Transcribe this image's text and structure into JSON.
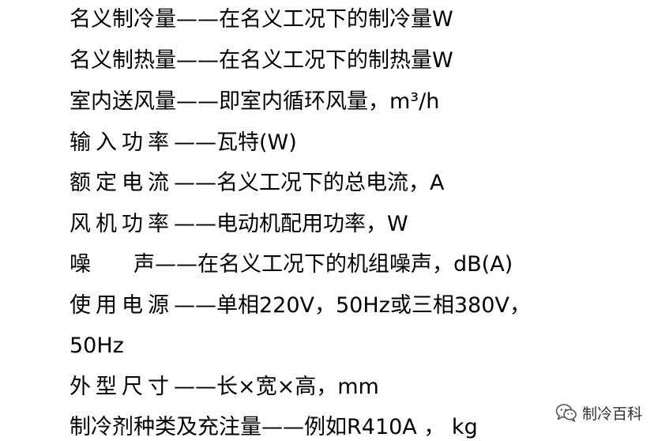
{
  "lines": [
    {
      "term": "名义制冷量",
      "dash": "——",
      "desc": "在名义工况下的制冷量W"
    },
    {
      "term": "名义制热量",
      "dash": "——",
      "desc": "在名义工况下的制热量W"
    },
    {
      "term": "室内送风量",
      "dash": "——",
      "desc": "即室内循环风量，m³/h"
    },
    {
      "term": "输入功率",
      "dash": "—— ",
      "desc": "瓦特(W)"
    },
    {
      "term": "额定电流",
      "dash": "—— ",
      "desc": "名义工况下的总电流，A"
    },
    {
      "term": "风机功率",
      "dash": "——",
      "desc": "电动机配用功率，W"
    },
    {
      "term": "噪　　声",
      "dash": "——",
      "desc": "在名义工况下的机组噪声，dB(A)"
    },
    {
      "term": "使用电源",
      "dash": "——",
      "desc": "单相220V，50Hz或三相380V，"
    },
    {
      "term": "",
      "dash": "",
      "desc": "50Hz"
    },
    {
      "term": "外型尺寸",
      "dash": "——",
      "desc": "长×宽×高，mm"
    },
    {
      "term": "制冷剂种类及充注量",
      "dash": "——",
      "desc": "例如R410A ， kg"
    }
  ],
  "watermark": {
    "text": "制冷百科",
    "icon": "wechat-icon"
  }
}
